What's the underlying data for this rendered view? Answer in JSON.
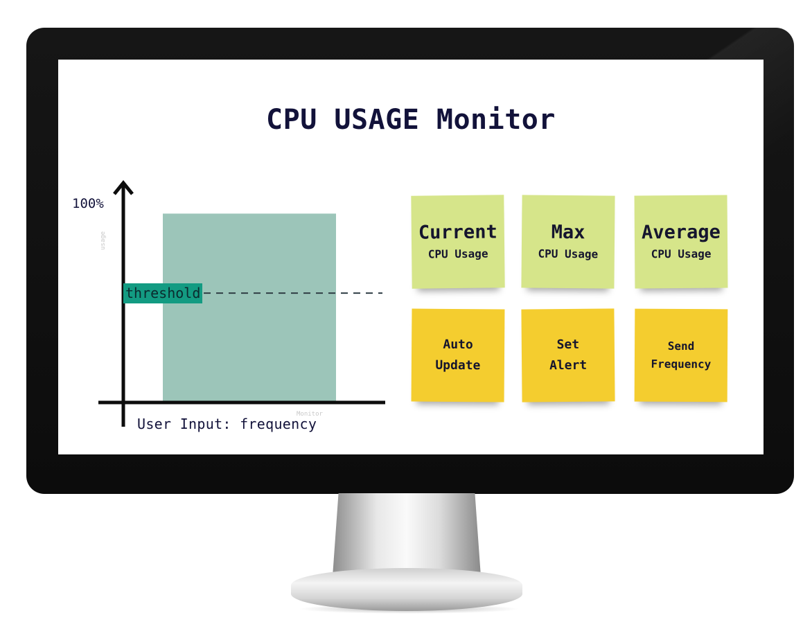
{
  "screen": {
    "title": "CPU USAGE Monitor"
  },
  "chart_data": {
    "type": "bar",
    "categories": [
      ""
    ],
    "values": [
      95
    ],
    "threshold": 55,
    "ylim": [
      0,
      100
    ],
    "y_top_label": "100%",
    "ylabel": "usage",
    "xlabel": "User Input: frequency",
    "x_annotation": "Monitor",
    "threshold_label": "threshold",
    "colors": {
      "bar": "#9cc5b9",
      "threshold_label_bg": "#139b82",
      "axis": "#0d0d0d"
    }
  },
  "stats": [
    {
      "title": "Current",
      "subtitle": "CPU Usage"
    },
    {
      "title": "Max",
      "subtitle": "CPU Usage"
    },
    {
      "title": "Average",
      "subtitle": "CPU Usage"
    }
  ],
  "actions": [
    {
      "line1": "Auto",
      "line2": "Update"
    },
    {
      "line1": "Set",
      "line2": "Alert"
    },
    {
      "line1": "Send",
      "line2": "Frequency"
    }
  ],
  "colors": {
    "stat_note": "#d6e58a",
    "action_note": "#f4cd2f",
    "title_text": "#12123a"
  }
}
